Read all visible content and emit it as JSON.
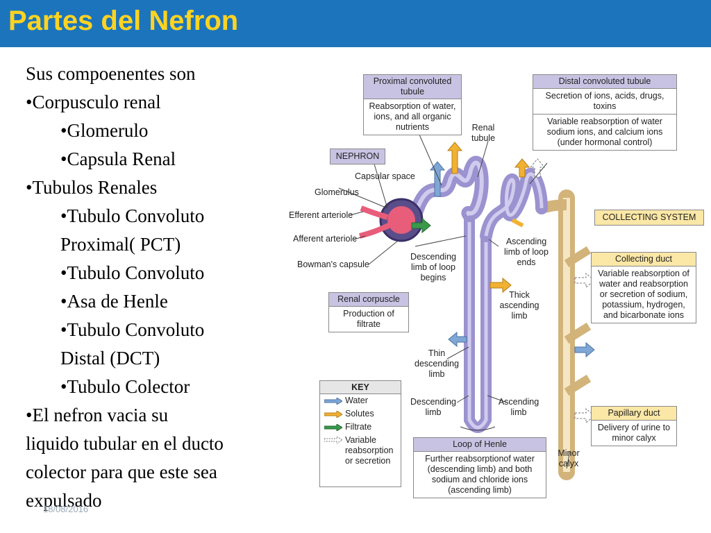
{
  "header": {
    "title": "Partes del Nefron"
  },
  "content": {
    "intro": "Sus compoenentes son",
    "items": [
      "•Corpusculo renal",
      "•Glomerulo",
      "•Capsula Renal",
      "•Tubulos Renales",
      "•Tubulo Convoluto",
      "Proximal( PCT)",
      "•Tubulo Convoluto",
      "•Asa de Henle",
      "•Tubulo Convoluto",
      "Distal (DCT)",
      "•Tubulo Colector",
      "•El  nefron vacia su",
      "liquido tubular en el ducto",
      "colector  para que este sea",
      "expulsado"
    ]
  },
  "footer": {
    "date": "18/08/2016"
  },
  "figure": {
    "pct": {
      "title": "Proximal convoluted tubule",
      "body": "Reabsorption of water, ions, and all organic nutrients"
    },
    "dct": {
      "title": "Distal convoluted tubule",
      "body1": "Secretion of ions, acids, drugs, toxins",
      "body2": "Variable reabsorption of water sodium ions, and calcium ions (under hormonal control)"
    },
    "nephron": "NEPHRON",
    "collecting_system": "COLLECTING SYSTEM",
    "collecting_duct": {
      "title": "Collecting duct",
      "body": "Variable reabsorption of water and reabsorption or secretion of sodium, potassium, hydrogen, and bicarbonate ions"
    },
    "renal_corpuscle": {
      "title": "Renal corpuscle",
      "body": "Production of filtrate"
    },
    "papillary_duct": {
      "title": "Papillary duct",
      "body": "Delivery of urine to minor calyx"
    },
    "loop_of_henle": {
      "title": "Loop of Henle",
      "body": "Further reabsorptionof water (descending limb) and both sodium and chloride ions (ascending limb)"
    },
    "labels": {
      "renal_tubule": "Renal tubule",
      "capsular_space": "Capsular space",
      "glomerulus": "Glomerulus",
      "efferent_arteriole": "Efferent arteriole",
      "afferent_arteriole": "Afferent arteriole",
      "bowmans_capsule": "Bowman's capsule",
      "descending_limb_begins": "Descending limb of loop begins",
      "ascending_limb_ends": "Ascending limb of loop ends",
      "thick_ascending_limb": "Thick ascending limb",
      "thin_descending_limb": "Thin descending limb",
      "descending_limb": "Descending limb",
      "ascending_limb": "Ascending limb",
      "minor_calyx": "Minor calyx"
    },
    "key": {
      "title": "KEY",
      "items": [
        {
          "label": "Water",
          "color": "#7fa7d6"
        },
        {
          "label": "Solutes",
          "color": "#f1b233"
        },
        {
          "label": "Filtrate",
          "color": "#3a9a4a"
        },
        {
          "label": "Variable reabsorption or secretion",
          "color": "#ffffff"
        }
      ]
    }
  }
}
